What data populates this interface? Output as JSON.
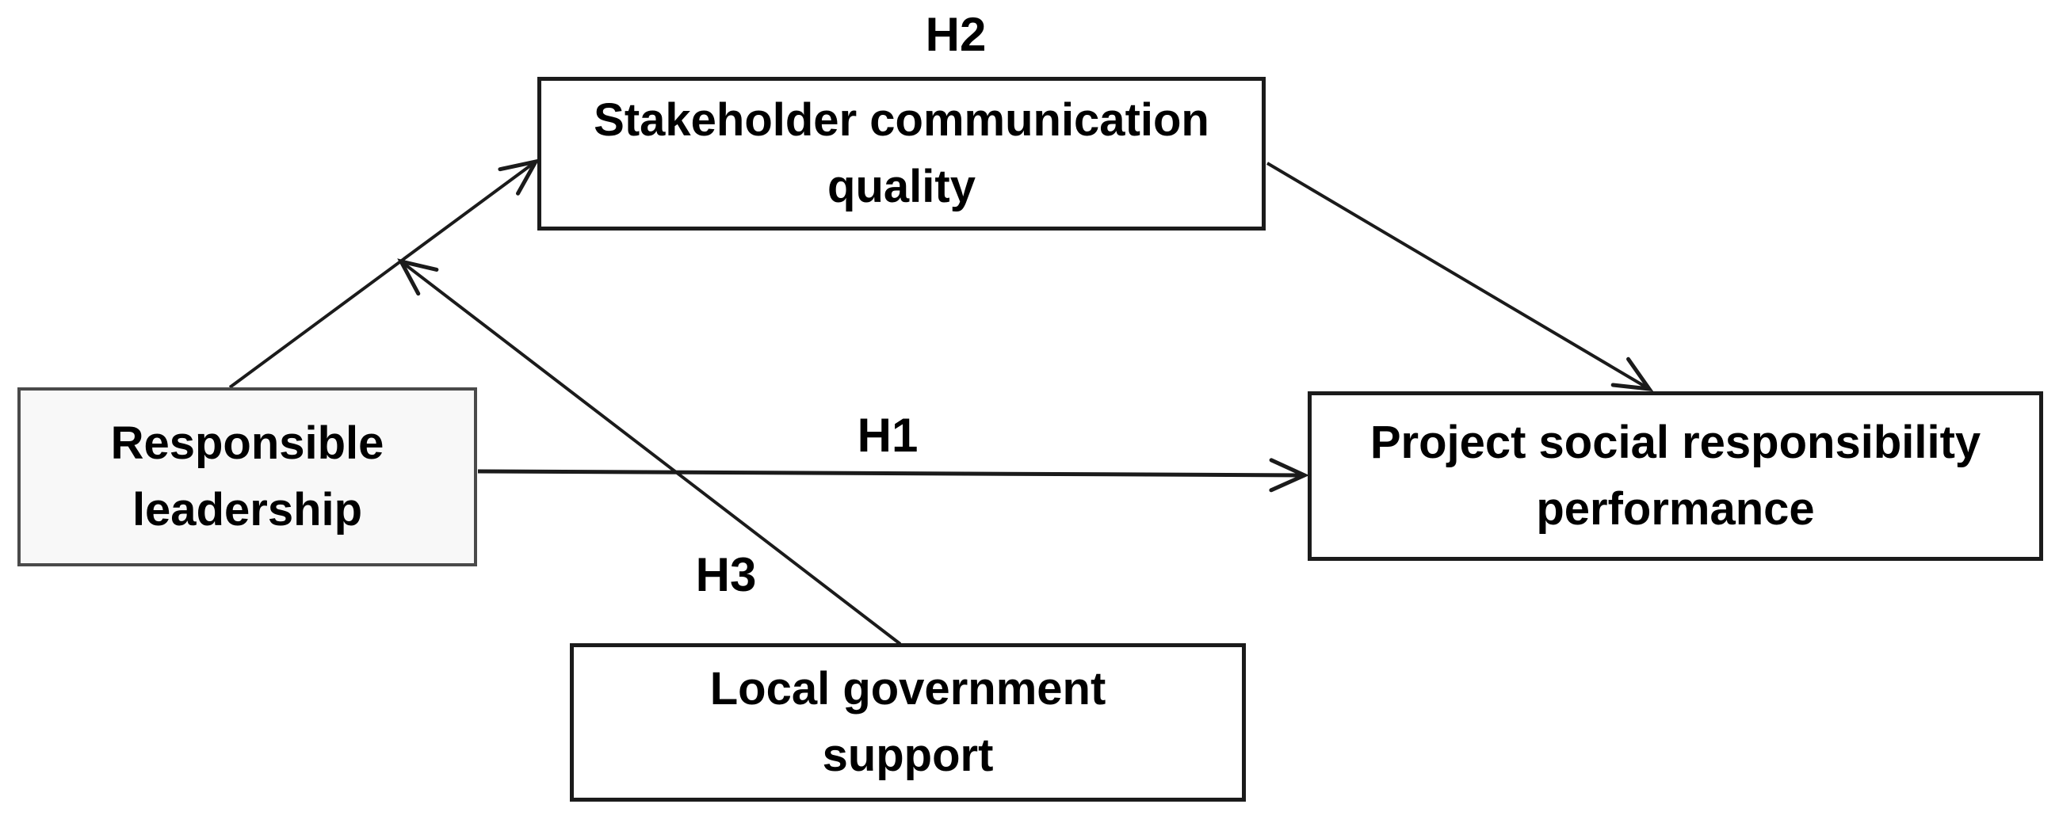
{
  "diagram": {
    "type": "path-diagram",
    "background_color": "#ffffff",
    "arrow_color": "#1b1b1b",
    "box_border_color": "#1b1b1b",
    "box_fill_color": "#ffffff",
    "rl_box_border_color": "#4a4a4a",
    "rl_box_fill_color": "#f8f8f8",
    "text_color": "#000000",
    "nodes": {
      "responsible_leadership": {
        "label": "Responsible leadership",
        "lines": [
          "Responsible",
          "leadership"
        ]
      },
      "stakeholder_communication_quality": {
        "label": "Stakeholder communication quality",
        "lines": [
          "Stakeholder communication",
          "quality"
        ]
      },
      "project_social_responsibility_performance": {
        "label": "Project social responsibility performance",
        "lines": [
          "Project social responsibility",
          "performance"
        ]
      },
      "local_government_support": {
        "label": "Local government support",
        "lines": [
          "Local government",
          "support"
        ]
      }
    },
    "hypotheses": {
      "h1": "H1",
      "h2": "H2",
      "h3": "H3"
    },
    "edges": [
      {
        "from": "responsible_leadership",
        "to": "stakeholder_communication_quality",
        "label": ""
      },
      {
        "from": "stakeholder_communication_quality",
        "to": "project_social_responsibility_performance",
        "label": "H2"
      },
      {
        "from": "responsible_leadership",
        "to": "project_social_responsibility_performance",
        "label": "H1"
      },
      {
        "from": "local_government_support",
        "to_edge": "responsible_leadership->stakeholder_communication_quality",
        "label": "H3",
        "type": "moderation"
      }
    ]
  }
}
